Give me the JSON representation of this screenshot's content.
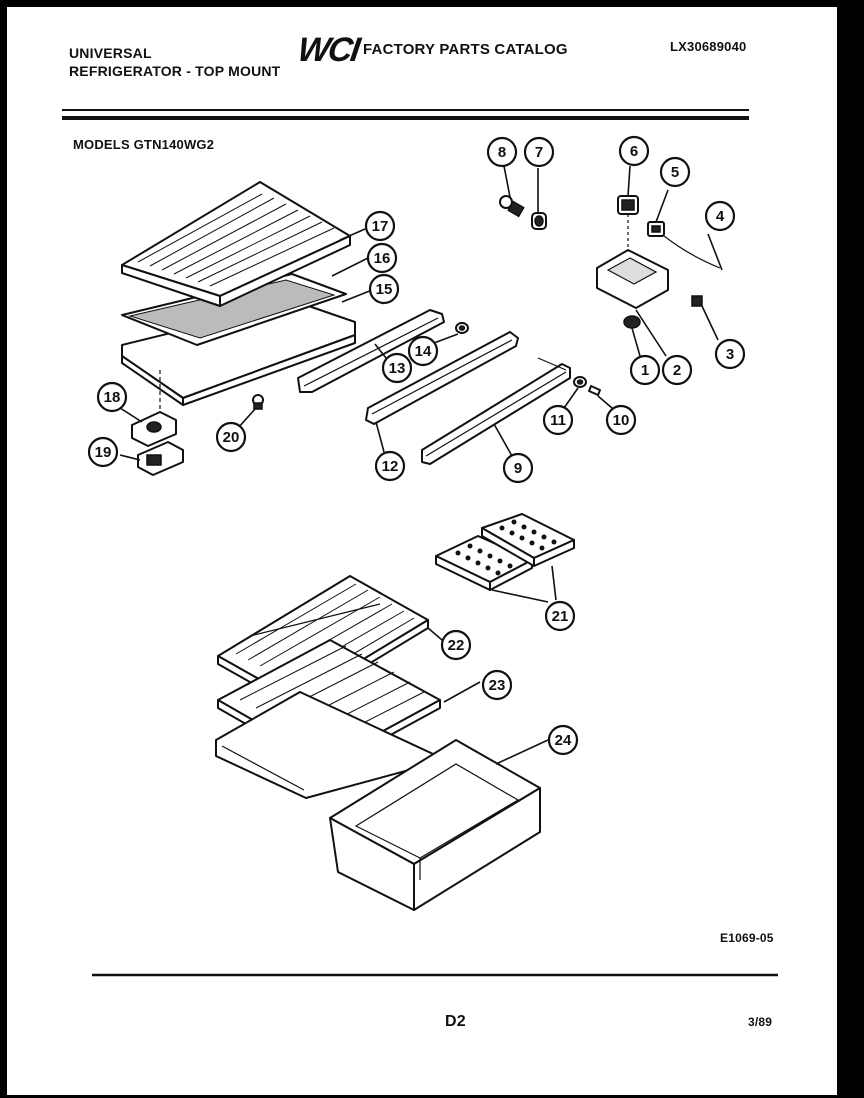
{
  "header": {
    "brand_line1": "UNIVERSAL",
    "brand_line2": "REFRIGERATOR - TOP MOUNT",
    "logo_text": "WCI",
    "catalog_title": "FACTORY PARTS CATALOG",
    "catalog_number": "LX30689040",
    "models": "MODELS GTN140WG2"
  },
  "callouts": [
    "1",
    "2",
    "3",
    "4",
    "5",
    "6",
    "7",
    "8",
    "9",
    "10",
    "11",
    "12",
    "13",
    "14",
    "15",
    "16",
    "17",
    "18",
    "19",
    "20",
    "21",
    "22",
    "23",
    "24"
  ],
  "footer": {
    "drawing_code": "E1069-05",
    "page_code": "D2",
    "date": "3/89"
  }
}
